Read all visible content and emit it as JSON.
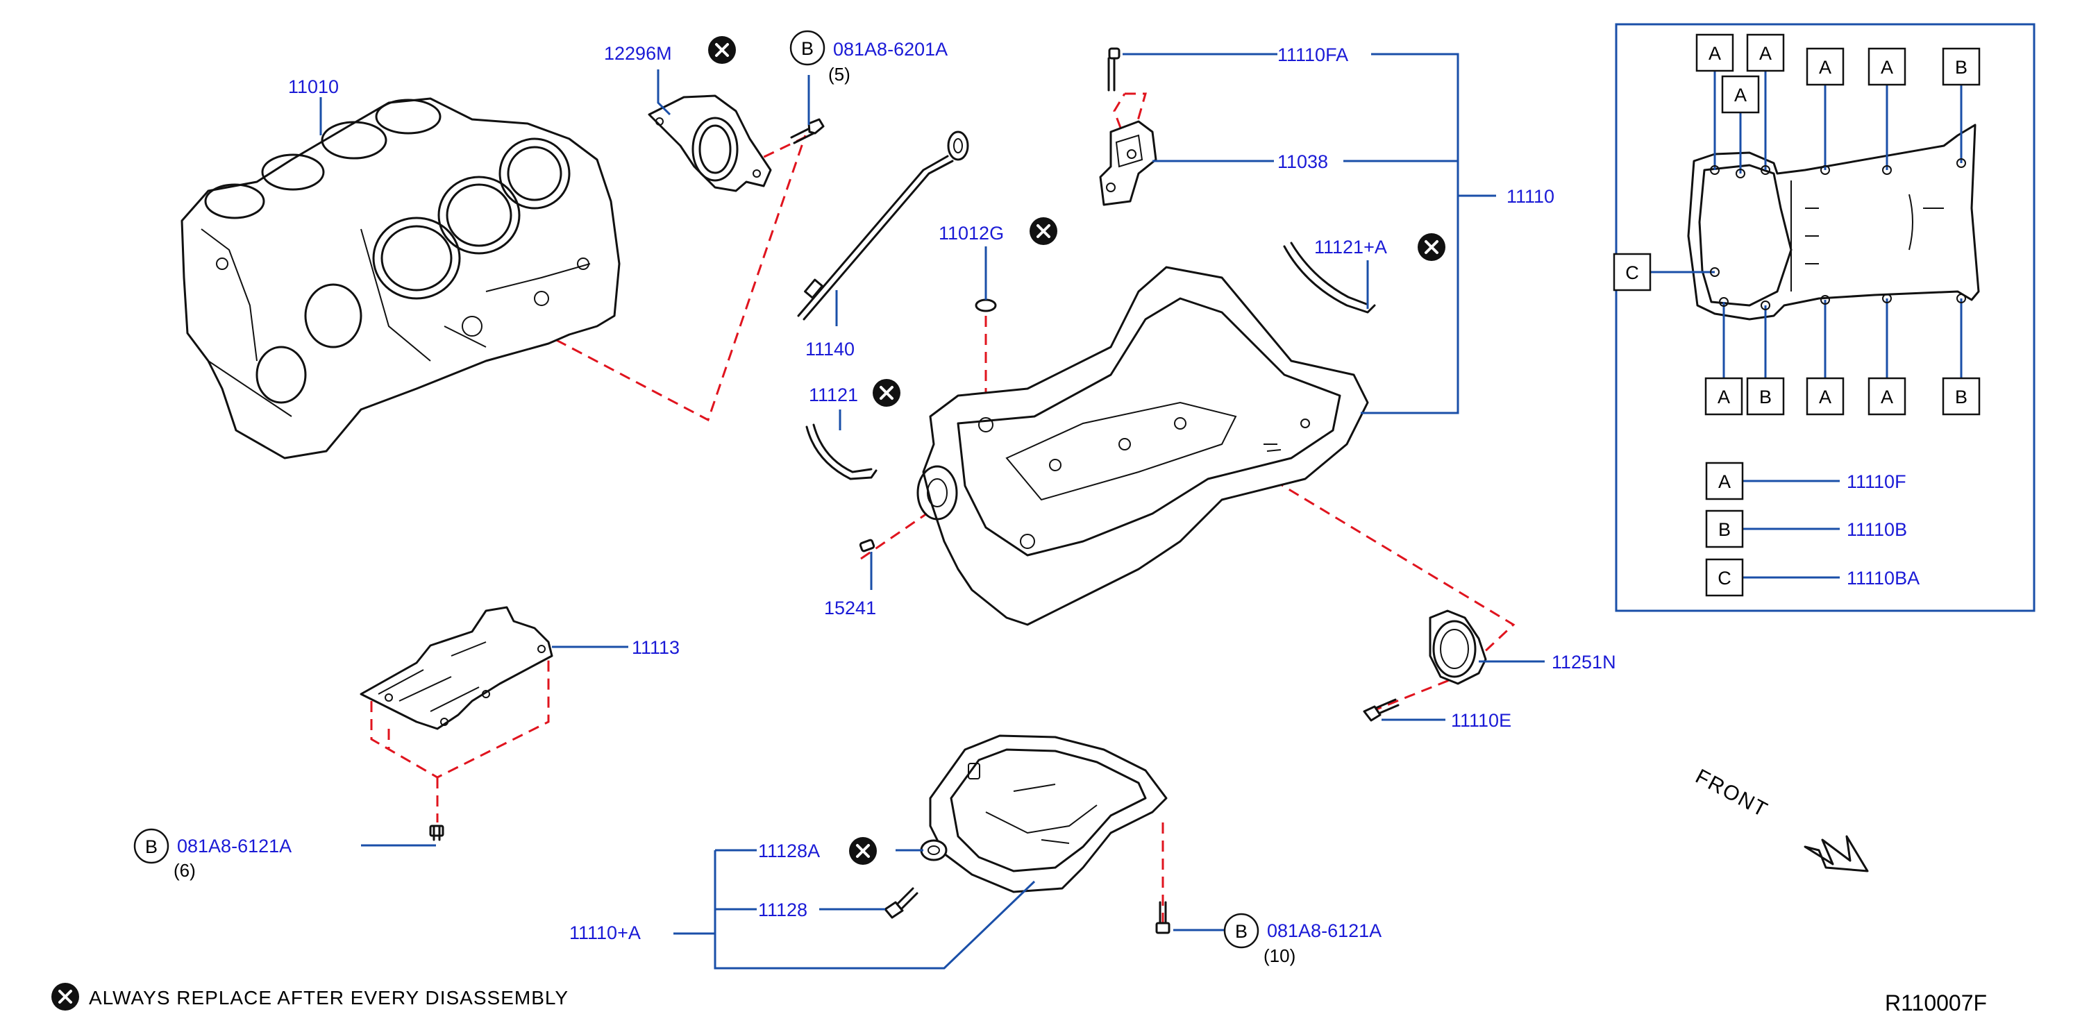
{
  "callouts": {
    "p11010": "11010",
    "p12296m": "12296M",
    "p081a8_6201a": "081A8-6201A",
    "q5": "(5)",
    "p11140": "11140",
    "p11110fa": "11110FA",
    "p11038": "11038",
    "p11110": "11110",
    "p11012g": "11012G",
    "p11121a": "11121+A",
    "p11121": "11121",
    "p15241": "15241",
    "p11113": "11113",
    "p11251n": "11251N",
    "p11110e": "11110E",
    "p081a8_6121a_left": "081A8-6121A",
    "q6": "(6)",
    "p11128a": "11128A",
    "p11128": "11128",
    "p11110a": "11110+A",
    "p081a8_6121a_right": "081A8-6121A",
    "q10": "(10)"
  },
  "circle_letters": {
    "b": "B"
  },
  "inset": {
    "box_letters": {
      "a": "A",
      "b": "B",
      "c": "C"
    },
    "legend": [
      {
        "letter": "A",
        "part": "11110F"
      },
      {
        "letter": "B",
        "part": "11110B"
      },
      {
        "letter": "C",
        "part": "11110BA"
      }
    ]
  },
  "front_label": "FRONT",
  "legend_text": "ALWAYS   REPLACE   AFTER   EVERY   DISASSEMBLY",
  "reference_code": "R110007F",
  "icons": {
    "replace_mark": "x-circle-icon",
    "front_arrow": "arrow-down-right-icon"
  },
  "colors": {
    "part_number": "#1a1ad6",
    "leader_line": "#1a4fa8",
    "assembly_dash": "#e0141e",
    "inset_border": "#1a4fa8"
  }
}
